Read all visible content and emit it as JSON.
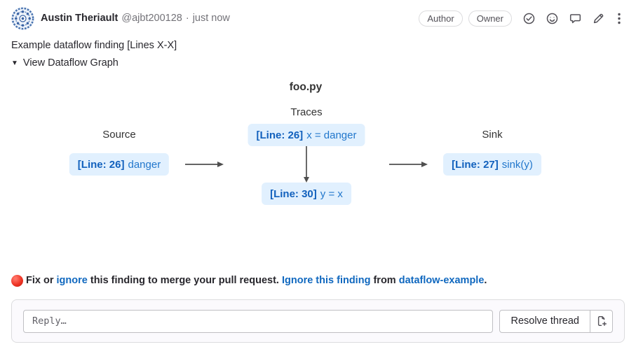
{
  "header": {
    "author_name": "Austin Theriault",
    "handle": "@ajbt200128",
    "dot": "·",
    "timestamp": "just now",
    "badges": [
      {
        "label": "Author"
      },
      {
        "label": "Owner"
      }
    ],
    "action_icons": [
      "resolve-check-icon",
      "emoji-reaction-icon",
      "comment-icon",
      "edit-icon",
      "more-options-icon"
    ]
  },
  "comment": {
    "text": "Example dataflow finding [Lines X-X]"
  },
  "graph_toggle": {
    "arrow": "▼",
    "label": "View Dataflow Graph"
  },
  "graph": {
    "file_title": "foo.py",
    "column_labels": {
      "source": "Source",
      "traces": "Traces",
      "sink": "Sink"
    },
    "nodes": {
      "source": {
        "line": "[Line: 26]",
        "code": "danger"
      },
      "trace_1": {
        "line": "[Line: 26]",
        "code": "x = danger"
      },
      "trace_2": {
        "line": "[Line: 30]",
        "code": "y = x"
      },
      "sink": {
        "line": "[Line: 27]",
        "code": "sink(y)"
      }
    },
    "edges": [
      {
        "from": "source",
        "to": "trace_1"
      },
      {
        "from": "trace_1",
        "to": "trace_2"
      },
      {
        "from": "trace_2",
        "to": "sink"
      }
    ],
    "colors": {
      "node_bg": "#e1f0fe",
      "node_line_text": "#1261bd",
      "node_code_text": "#2277cc",
      "arrow": "#4f4f4f"
    }
  },
  "status": {
    "icon": "red-circle",
    "text_1": "Fix or ",
    "link_ignore": "ignore",
    "text_2": " this finding to merge your pull request. ",
    "link_ignore_finding": "Ignore this finding",
    "text_3": " from ",
    "link_project": "dataflow-example",
    "text_4": "."
  },
  "reply": {
    "placeholder": "Reply…",
    "resolve_button": "Resolve thread"
  },
  "colors": {
    "link": "#1068bf",
    "text": "#28272d",
    "muted": "#737278",
    "border": "#dcdcde"
  }
}
